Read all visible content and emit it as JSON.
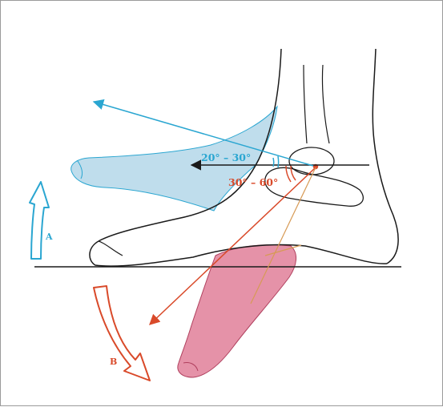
{
  "labels": {
    "angle_dorsiflexion": "20° – 30°",
    "angle_plantarflexion": "30° – 60°",
    "arrow_a": "A",
    "arrow_b": "B"
  },
  "colors": {
    "dorsiflexion": "#2aa6d1",
    "dorsiflexion_fill": "#a9d2e6",
    "plantarflexion": "#d94a2a",
    "plantarflexion_fill": "#e07f99",
    "outline": "#1a1a1a",
    "axis_line": "#d79a55"
  }
}
